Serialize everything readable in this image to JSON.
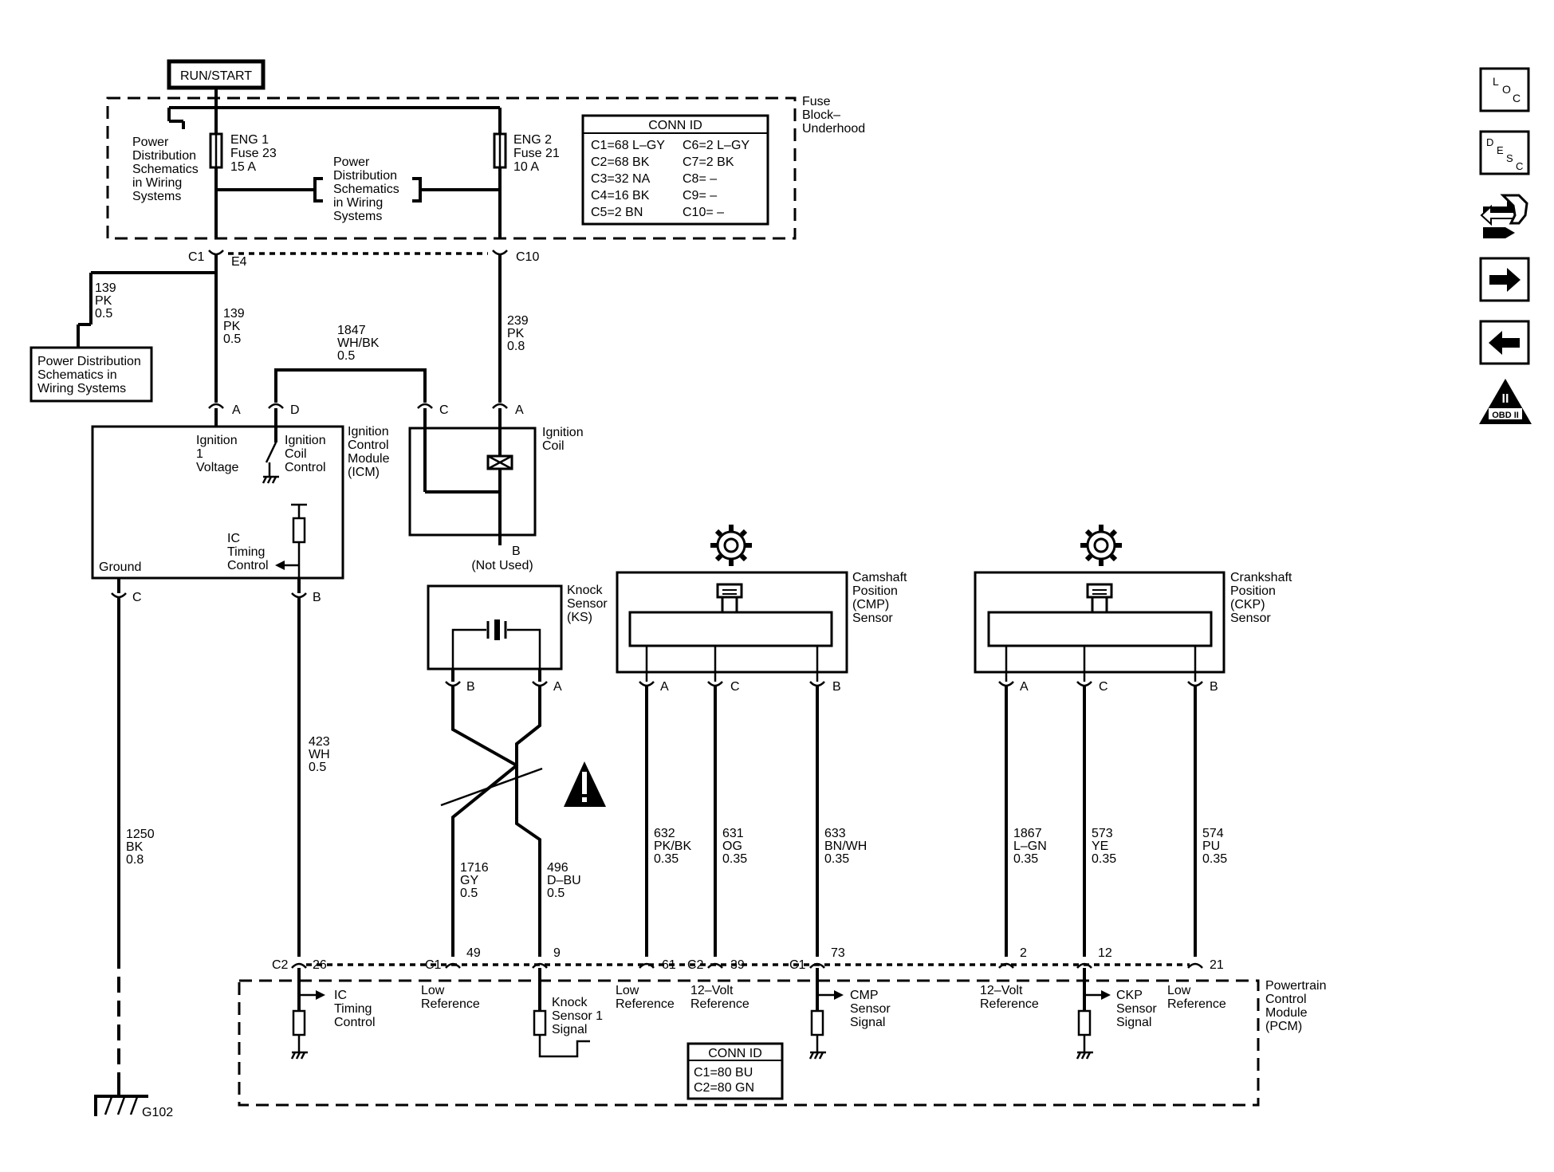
{
  "power_source": "RUN/START",
  "fuse_block": {
    "label": [
      "Fuse",
      "Block–",
      "Underhood"
    ],
    "fuse1": [
      "ENG 1",
      "Fuse 23",
      "15 A"
    ],
    "fuse2": [
      "ENG 2",
      "Fuse 21",
      "10 A"
    ],
    "pd_left": [
      "Power",
      "Distribution",
      "Schematics",
      "in Wiring",
      "Systems"
    ],
    "pd_mid": [
      "Power",
      "Distribution",
      "Schematics",
      "in Wiring",
      "Systems"
    ],
    "conn_id": {
      "title": "CONN ID",
      "rows": [
        [
          "C1=68 L–GY",
          "C6=2 L–GY"
        ],
        [
          "C2=68 BK",
          "C7=2 BK"
        ],
        [
          "C3=32 NA",
          "C8= –"
        ],
        [
          "C4=16 BK",
          "C9= –"
        ],
        [
          "C5=2 BN",
          "C10= –"
        ]
      ]
    }
  },
  "connectors": {
    "c1": "C1",
    "e4": "E4",
    "c10": "C10",
    "pin_a": "A",
    "pin_b": "B",
    "pin_c": "C",
    "pin_d": "D"
  },
  "wires": {
    "w139_left": [
      "139",
      "PK",
      "0.5"
    ],
    "w139": [
      "139",
      "PK",
      "0.5"
    ],
    "w1847": [
      "1847",
      "WH/BK",
      "0.5"
    ],
    "w239": [
      "239",
      "PK",
      "0.8"
    ],
    "w423": [
      "423",
      "WH",
      "0.5"
    ],
    "w1250": [
      "1250",
      "BK",
      "0.8"
    ],
    "w1716": [
      "1716",
      "GY",
      "0.5"
    ],
    "w496": [
      "496",
      "D–BU",
      "0.5"
    ],
    "w632": [
      "632",
      "PK/BK",
      "0.35"
    ],
    "w631": [
      "631",
      "OG",
      "0.35"
    ],
    "w633": [
      "633",
      "BN/WH",
      "0.35"
    ],
    "w1867": [
      "1867",
      "L–GN",
      "0.35"
    ],
    "w573": [
      "573",
      "YE",
      "0.35"
    ],
    "w574": [
      "574",
      "PU",
      "0.35"
    ]
  },
  "pd_box": [
    "Power Distribution",
    "Schematics in",
    "Wiring Systems"
  ],
  "icm": {
    "label": [
      "Ignition",
      "Control",
      "Module",
      "(ICM)"
    ],
    "ign_voltage": [
      "Ignition",
      "1",
      "Voltage"
    ],
    "coil_control": [
      "Ignition",
      "Coil",
      "Control"
    ],
    "ic_timing": [
      "IC",
      "Timing",
      "Control"
    ],
    "ground": "Ground"
  },
  "coil": {
    "label": [
      "Ignition",
      "Coil"
    ],
    "not_used": "(Not Used)"
  },
  "knock": {
    "label": [
      "Knock",
      "Sensor",
      "(KS)"
    ]
  },
  "cmp": {
    "label": [
      "Camshaft",
      "Position",
      "(CMP)",
      "Sensor"
    ]
  },
  "ckp": {
    "label": [
      "Crankshaft",
      "Position",
      "(CKP)",
      "Sensor"
    ]
  },
  "pcm": {
    "label": [
      "Powertrain",
      "Control",
      "Module",
      "(PCM)"
    ],
    "pins": {
      "c2_26": [
        "C2",
        "26"
      ],
      "c1_49": [
        "C1",
        "49"
      ],
      "p9": "9",
      "p61": "61",
      "c2_39": [
        "C2",
        "39"
      ],
      "c1_73": [
        "C1",
        "73"
      ],
      "p2": "2",
      "p12": "12",
      "p21": "21"
    },
    "ic_timing": [
      "IC",
      "Timing",
      "Control"
    ],
    "low_ref_1": [
      "Low",
      "Reference"
    ],
    "knock_signal": [
      "Knock",
      "Sensor 1",
      "Signal"
    ],
    "low_ref_2": [
      "Low",
      "Reference"
    ],
    "v12_ref_1": [
      "12–Volt",
      "Reference"
    ],
    "cmp_signal": [
      "CMP",
      "Sensor",
      "Signal"
    ],
    "v12_ref_2": [
      "12–Volt",
      "Reference"
    ],
    "ckp_signal": [
      "CKP",
      "Sensor",
      "Signal"
    ],
    "low_ref_3": [
      "Low",
      "Reference"
    ],
    "conn_id": {
      "title": "CONN ID",
      "rows": [
        "C1=80 BU",
        "C2=80 GN"
      ]
    }
  },
  "ground_label": "G102",
  "nav": {
    "loc": "LOC",
    "desc": "DESC",
    "obd_ii_roman": "II",
    "obd_ii": "OBD II"
  }
}
